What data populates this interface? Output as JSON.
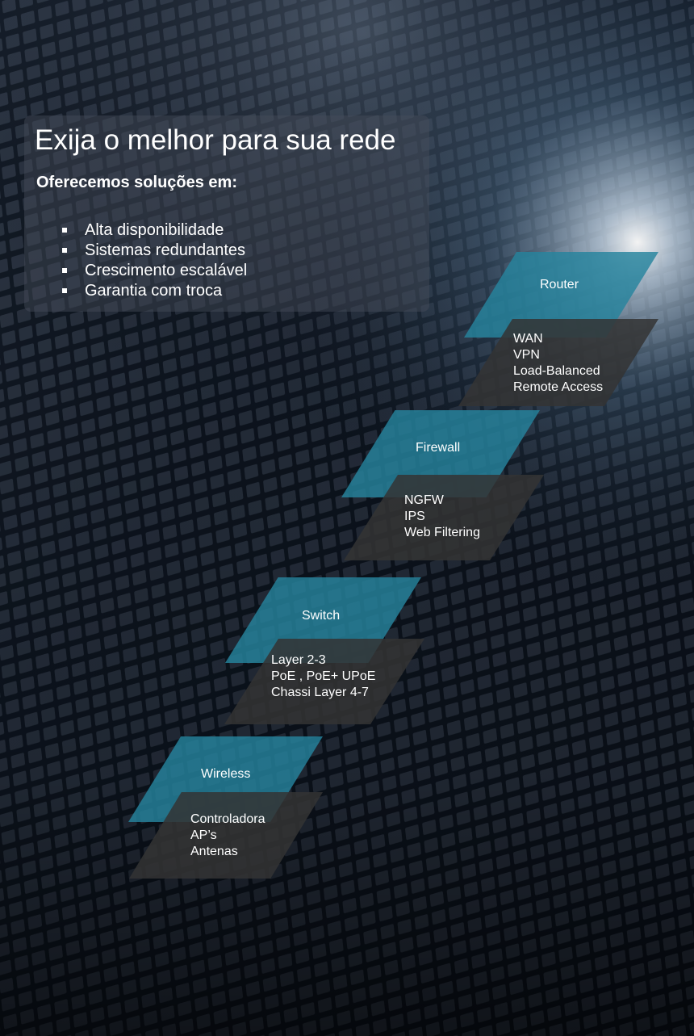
{
  "header": {
    "title": "Exija o melhor para sua rede",
    "subtitle": "Oferecemos soluções em:"
  },
  "features": [
    "Alta disponibilidade",
    "Sistemas redundantes",
    "Crescimento escalável",
    "Garantia com troca"
  ],
  "categories": [
    {
      "name": "Router",
      "items": [
        "WAN",
        "VPN",
        "Load-Balanced",
        "Remote Access"
      ]
    },
    {
      "name": "Firewall",
      "items": [
        "NGFW",
        "IPS",
        "Web Filtering"
      ]
    },
    {
      "name": "Switch",
      "items": [
        "Layer 2-3",
        "PoE , PoE+ UPoE",
        "Chassi Layer 4-7"
      ]
    },
    {
      "name": "Wireless",
      "items": [
        "Controladora",
        "AP’s",
        "Antenas"
      ]
    }
  ],
  "colors": {
    "accent_cyan": "#26849e",
    "panel_dark": "#343434",
    "text": "#ffffff"
  }
}
